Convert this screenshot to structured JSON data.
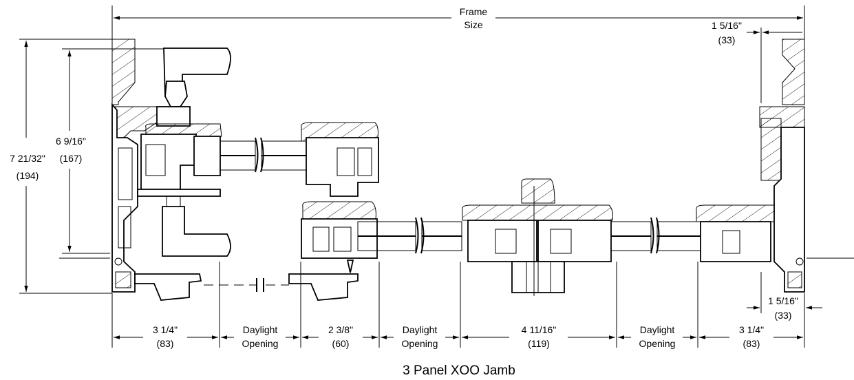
{
  "dimensions": {
    "frame_size": [
      "Frame",
      "Size"
    ],
    "side_right_top": [
      "1 5/16\"",
      "(33)"
    ],
    "side_right_bottom": [
      "1 5/16\"",
      "(33)"
    ],
    "height_outer": [
      "7 21/32\"",
      "(194)"
    ],
    "height_inner": [
      "6 9/16\"",
      "(167)"
    ],
    "bottom": [
      {
        "in": "3 1/4\"",
        "mm": "(83)"
      },
      {
        "in": "Daylight",
        "mm": "Opening"
      },
      {
        "in": "2 3/8\"",
        "mm": "(60)"
      },
      {
        "in": "Daylight",
        "mm": "Opening"
      },
      {
        "in": "4 11/16\"",
        "mm": "(119)"
      },
      {
        "in": "Daylight",
        "mm": "Opening"
      },
      {
        "in": "3 1/4\"",
        "mm": "(83)"
      }
    ]
  },
  "caption": "3 Panel XOO Jamb"
}
